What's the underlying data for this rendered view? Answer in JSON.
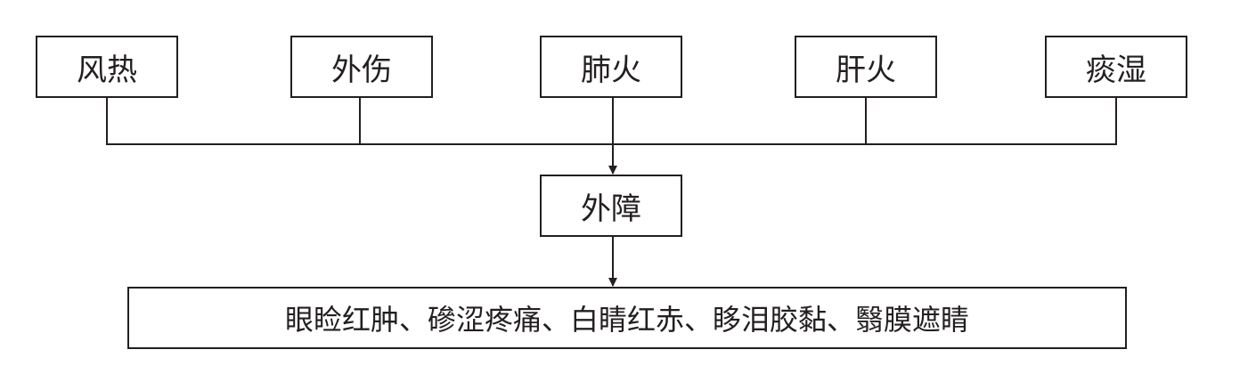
{
  "causes": [
    "风热",
    "外伤",
    "肺火",
    "肝火",
    "痰湿"
  ],
  "middle": "外障",
  "result": "眼睑红肿、磣涩疼痛、白睛红赤、眵泪胶黏、翳膜遮睛"
}
